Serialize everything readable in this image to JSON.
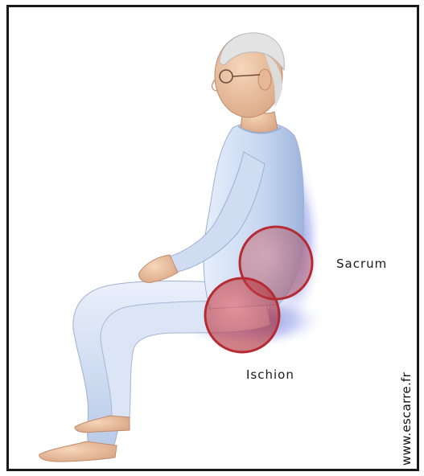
{
  "labels": {
    "sacrum": "Sacrum",
    "ischion": "Ischion"
  },
  "watermark": "www.escarre.fr",
  "colors": {
    "frame": "#1a1a1a",
    "pajama": "#c8d8ef",
    "skin": "#f2c9a8",
    "pressure_zone": "#c0303a",
    "shadow": "#4a5fd0"
  },
  "figure": "seated-elderly-man-side-view"
}
